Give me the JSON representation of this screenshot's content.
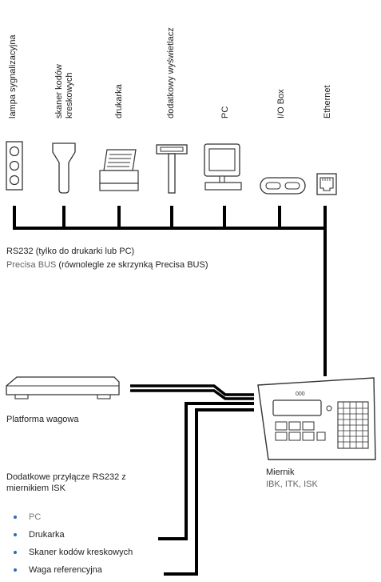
{
  "devices": [
    {
      "id": "signal-lamp",
      "label": "lampa sygnalizacyjna"
    },
    {
      "id": "barcode-scanner",
      "label_line1": "skaner kodów",
      "label_line2": "kreskowych"
    },
    {
      "id": "printer",
      "label": "drukarka"
    },
    {
      "id": "extra-display",
      "label": "dodatkowy wyświetlacz"
    },
    {
      "id": "pc",
      "label": "PC"
    },
    {
      "id": "io-box",
      "label": "I/O Box"
    },
    {
      "id": "ethernet",
      "label": "Ethernet"
    }
  ],
  "bus": {
    "rs232_text": "RS232 (tylko do drukarki lub PC)",
    "precisa_prefix": "Precisa BUS",
    "precisa_suffix": " (równolegle ze skrzynką Precisa BUS)"
  },
  "platform": {
    "label": "Platforma wagowa"
  },
  "terminal": {
    "label": "Miernik",
    "models": "IBK, ITK, ISK",
    "display_code": "000"
  },
  "extra_rs232": {
    "title_line1": "Dodatkowe przyłącze RS232 z",
    "title_line2": "miernikiem ISK",
    "items": [
      "PC",
      "Drukarka",
      "Skaner kodów kreskowych",
      "Waga referencyjna"
    ]
  },
  "colors": {
    "line": "#000000",
    "bullet": "#2b6cb0"
  }
}
